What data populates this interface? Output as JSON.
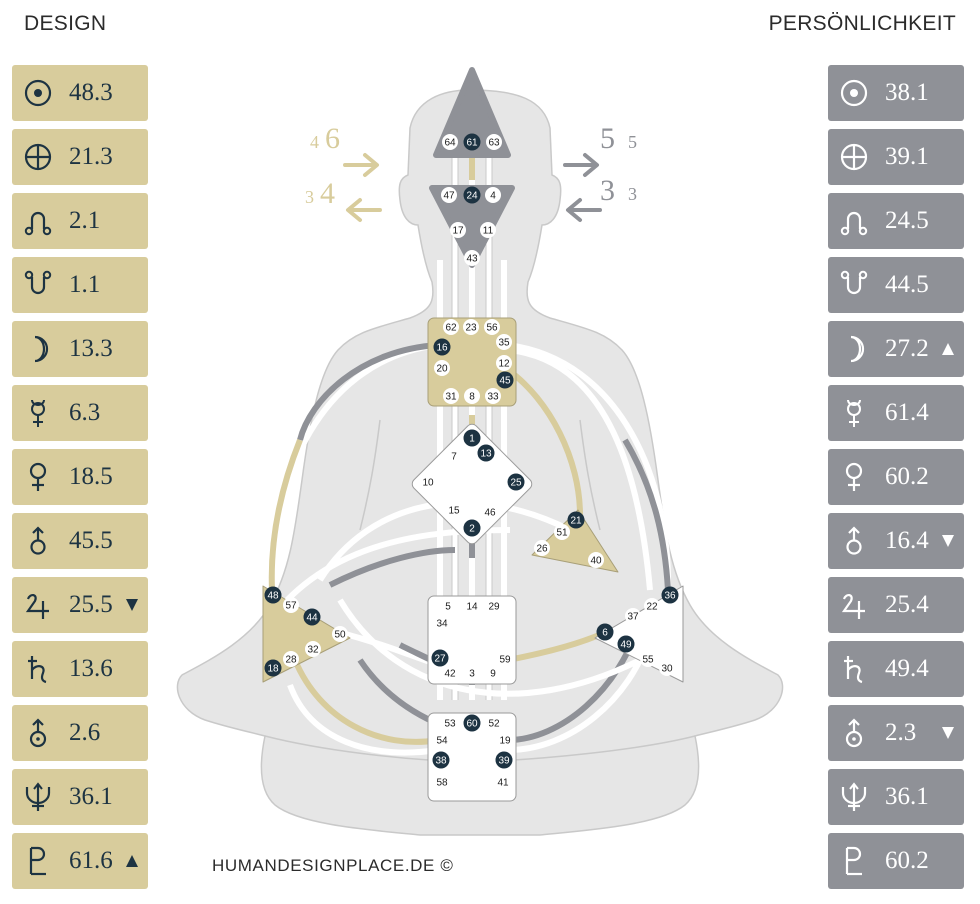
{
  "design": {
    "header": "DESIGN",
    "items": [
      {
        "planet": "sun-icon",
        "value": "48.3",
        "arrow": ""
      },
      {
        "planet": "earth-icon",
        "value": "21.3",
        "arrow": ""
      },
      {
        "planet": "north-node-icon",
        "value": "2.1",
        "arrow": ""
      },
      {
        "planet": "south-node-icon",
        "value": "1.1",
        "arrow": ""
      },
      {
        "planet": "moon-icon",
        "value": "13.3",
        "arrow": ""
      },
      {
        "planet": "mercury-icon",
        "value": "6.3",
        "arrow": ""
      },
      {
        "planet": "venus-icon",
        "value": "18.5",
        "arrow": ""
      },
      {
        "planet": "mars-icon",
        "value": "45.5",
        "arrow": ""
      },
      {
        "planet": "jupiter-icon",
        "value": "25.5",
        "arrow": "down"
      },
      {
        "planet": "saturn-icon",
        "value": "13.6",
        "arrow": ""
      },
      {
        "planet": "uranus-icon",
        "value": "2.6",
        "arrow": ""
      },
      {
        "planet": "neptune-icon",
        "value": "36.1",
        "arrow": ""
      },
      {
        "planet": "pluto-icon",
        "value": "61.6",
        "arrow": "up"
      }
    ]
  },
  "personality": {
    "header": "PERSÖNLICHKEIT",
    "items": [
      {
        "planet": "sun-icon",
        "value": "38.1",
        "arrow": ""
      },
      {
        "planet": "earth-icon",
        "value": "39.1",
        "arrow": ""
      },
      {
        "planet": "north-node-icon",
        "value": "24.5",
        "arrow": ""
      },
      {
        "planet": "south-node-icon",
        "value": "44.5",
        "arrow": ""
      },
      {
        "planet": "moon-icon",
        "value": "27.2",
        "arrow": "up"
      },
      {
        "planet": "mercury-icon",
        "value": "61.4",
        "arrow": ""
      },
      {
        "planet": "venus-icon",
        "value": "60.2",
        "arrow": ""
      },
      {
        "planet": "mars-icon",
        "value": "16.4",
        "arrow": "down"
      },
      {
        "planet": "jupiter-icon",
        "value": "25.4",
        "arrow": ""
      },
      {
        "planet": "saturn-icon",
        "value": "49.4",
        "arrow": ""
      },
      {
        "planet": "uranus-icon",
        "value": "2.3",
        "arrow": "down"
      },
      {
        "planet": "neptune-icon",
        "value": "36.1",
        "arrow": ""
      },
      {
        "planet": "pluto-icon",
        "value": "60.2",
        "arrow": ""
      }
    ]
  },
  "variables": {
    "design_top_small": "4",
    "design_top_big": "6",
    "design_bottom_small": "3",
    "design_bottom_big": "4",
    "pers_top_big": "5",
    "pers_top_small": "5",
    "pers_bottom_big": "3",
    "pers_bottom_small": "3"
  },
  "footer": "HUMANDESIGNPLACE.DE ©",
  "colors": {
    "design": "#d8cc9c",
    "personality": "#8f9197",
    "navy": "#1d3342",
    "silhouette": "#e6e6e6",
    "defined_center_gold": "#d8cc9c",
    "defined_center_gray": "#8f9197"
  },
  "gates": {
    "head": [
      {
        "n": "64",
        "active": false
      },
      {
        "n": "61",
        "active": true
      },
      {
        "n": "63",
        "active": false
      }
    ],
    "ajna": [
      {
        "n": "47",
        "active": false
      },
      {
        "n": "24",
        "active": true
      },
      {
        "n": "4",
        "active": false
      },
      {
        "n": "17",
        "active": false
      },
      {
        "n": "11",
        "active": false
      },
      {
        "n": "43",
        "active": false
      }
    ],
    "throat": [
      {
        "n": "62",
        "active": false
      },
      {
        "n": "23",
        "active": false
      },
      {
        "n": "56",
        "active": false
      },
      {
        "n": "35",
        "active": false
      },
      {
        "n": "16",
        "active": true
      },
      {
        "n": "12",
        "active": false
      },
      {
        "n": "20",
        "active": false
      },
      {
        "n": "45",
        "active": true
      },
      {
        "n": "31",
        "active": false
      },
      {
        "n": "8",
        "active": false
      },
      {
        "n": "33",
        "active": false
      }
    ],
    "g": [
      {
        "n": "1",
        "active": true
      },
      {
        "n": "13",
        "active": true
      },
      {
        "n": "7",
        "active": false
      },
      {
        "n": "10",
        "active": false
      },
      {
        "n": "25",
        "active": true
      },
      {
        "n": "15",
        "active": false
      },
      {
        "n": "46",
        "active": false
      },
      {
        "n": "2",
        "active": true
      }
    ],
    "ego": [
      {
        "n": "21",
        "active": true
      },
      {
        "n": "51",
        "active": false
      },
      {
        "n": "26",
        "active": false
      },
      {
        "n": "40",
        "active": false
      }
    ],
    "spleen": [
      {
        "n": "48",
        "active": true
      },
      {
        "n": "57",
        "active": false
      },
      {
        "n": "44",
        "active": true
      },
      {
        "n": "50",
        "active": false
      },
      {
        "n": "32",
        "active": false
      },
      {
        "n": "28",
        "active": false
      },
      {
        "n": "18",
        "active": true
      }
    ],
    "sacral": [
      {
        "n": "5",
        "active": false
      },
      {
        "n": "14",
        "active": false
      },
      {
        "n": "29",
        "active": false
      },
      {
        "n": "34",
        "active": false
      },
      {
        "n": "27",
        "active": true
      },
      {
        "n": "59",
        "active": false
      },
      {
        "n": "42",
        "active": false
      },
      {
        "n": "3",
        "active": false
      },
      {
        "n": "9",
        "active": false
      }
    ],
    "solar": [
      {
        "n": "36",
        "active": true
      },
      {
        "n": "22",
        "active": false
      },
      {
        "n": "37",
        "active": false
      },
      {
        "n": "6",
        "active": true
      },
      {
        "n": "49",
        "active": true
      },
      {
        "n": "55",
        "active": false
      },
      {
        "n": "30",
        "active": false
      }
    ],
    "root": [
      {
        "n": "53",
        "active": false
      },
      {
        "n": "60",
        "active": true
      },
      {
        "n": "52",
        "active": false
      },
      {
        "n": "54",
        "active": false
      },
      {
        "n": "19",
        "active": false
      },
      {
        "n": "38",
        "active": true
      },
      {
        "n": "39",
        "active": true
      },
      {
        "n": "58",
        "active": false
      },
      {
        "n": "41",
        "active": false
      }
    ]
  }
}
